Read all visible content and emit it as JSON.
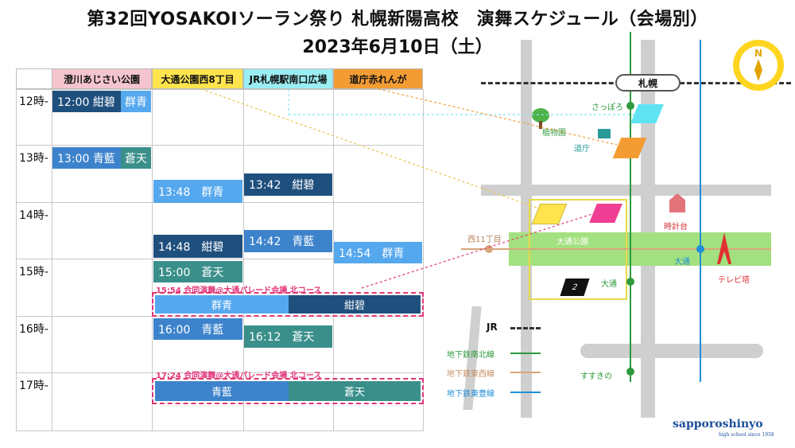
{
  "title_line1": "第32回YOSAKOIソーラン祭り 札幌新陽高校　演舞スケジュール（会場別）",
  "title_line2": "2023年6月10日（土）",
  "venues": [
    {
      "label": "澄川あじさい公園",
      "color": "#f4c5cf"
    },
    {
      "label": "大通公園西8丁目",
      "color": "#ffe44d"
    },
    {
      "label": "JR札幌駅南口広場",
      "color": "#9aeef3"
    },
    {
      "label": "道庁赤れんが",
      "color": "#f39c34"
    }
  ],
  "hours": [
    "12時-",
    "13時-",
    "14時-",
    "15時-",
    "16時-",
    "17時-"
  ],
  "events": {
    "e1": {
      "time": "12:00",
      "team": "紺碧",
      "side": "群青"
    },
    "e2": {
      "time": "13:00",
      "team": "青藍",
      "side": "蒼天"
    },
    "e3": "13:48　群青",
    "e4": "13:42　紺碧",
    "e5": "14:48　紺碧",
    "e6": "14:42　青藍",
    "e7": "14:54　群青",
    "e8": "15:00　蒼天",
    "e9": "16:00　青藍",
    "e10": "16:12　蒼天"
  },
  "joint1": {
    "label": "15:54 合同演舞@大通パレード会場 北コース",
    "left": "群青",
    "right": "紺碧"
  },
  "joint2": {
    "label": "17:24 合同演舞@大通パレード会場 北コース",
    "left": "青藍",
    "right": "蒼天"
  },
  "map": {
    "sapporo": "札幌",
    "sapporo_st": "さっぽろ",
    "shokubutsuen": "植物園",
    "docho": "道庁",
    "tokeidai": "時計台",
    "nishi11": "西11丁目",
    "odori_park": "大通公園",
    "odori": "大通",
    "odori2": "大通",
    "tv_tower": "テレビ塔",
    "susukino": "すすきの",
    "badge2": "2",
    "compass": "N"
  },
  "legend": [
    {
      "label": "JR",
      "color": "#333333",
      "style": "dashed"
    },
    {
      "label": "地下鉄南北線",
      "color": "#2e9a3d",
      "style": "solid"
    },
    {
      "label": "地下鉄東西線",
      "color": "#d9a679",
      "style": "solid"
    },
    {
      "label": "地下鉄東豊線",
      "color": "#1f8fd8",
      "style": "solid"
    }
  ],
  "logo": {
    "main": "sapporoshinyo",
    "sub": "high school since 1958"
  }
}
